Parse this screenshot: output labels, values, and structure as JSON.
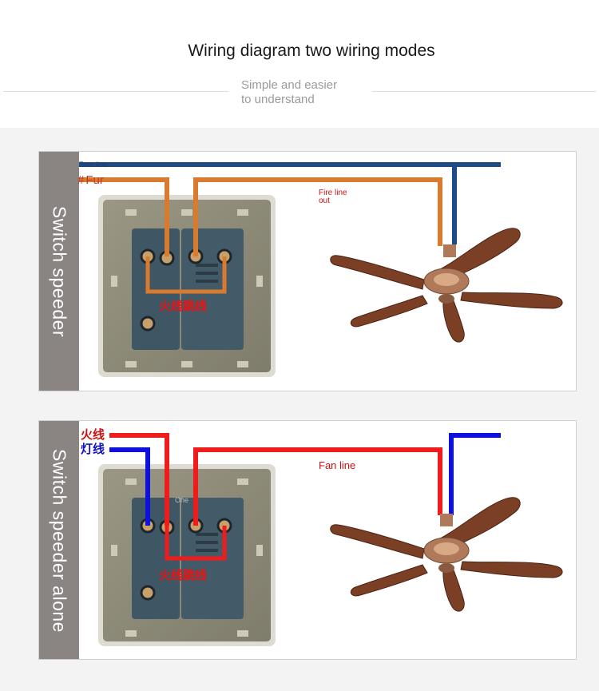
{
  "header": {
    "title": "Wiring diagram two wiring modes",
    "subtitle_line1": "Simple and easier",
    "subtitle_line2": "to understand"
  },
  "panels": [
    {
      "side_label": "Switch speeder",
      "wire_label_zero": "Zero line",
      "wire_label_fire_prefix": "#",
      "wire_label_fire": "Fur",
      "fire_out_line1": "Fire line",
      "fire_out_line2": "out",
      "jumper_label": "火线跳线"
    },
    {
      "side_label": "Switch speeder alone",
      "wire_label_fire": "火线",
      "wire_label_lamp": "灯线",
      "fan_line": "Fan line",
      "one_label": "One",
      "jumper_label": "火线跳线"
    }
  ],
  "colors": {
    "panel_side": "#8a8583",
    "zero_wire": "#1e4a86",
    "fire_wire_orange": "#d97b2e",
    "red_wire": "#ee1c1c",
    "blue_wire": "#1010dd",
    "switch_body": "#3f5664",
    "switch_plate": "#8f8c7a",
    "fan_blade": "#7a3f24",
    "fan_metal": "#b07a5a"
  }
}
